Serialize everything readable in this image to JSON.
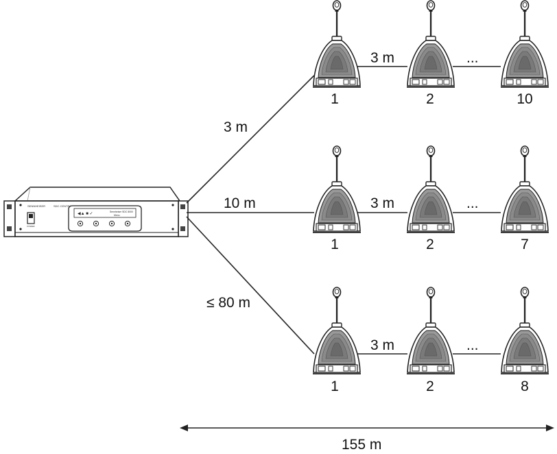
{
  "control_unit": {
    "brand_text": "SENNHEISER",
    "model_text": "SDC CENTRAL UNIT",
    "display_line1": "Sennheiser SDC 8000",
    "display_line2": "Menu",
    "power_label": "POWER"
  },
  "lines": [
    {
      "cable_length": "3 m",
      "spacing": "3 m",
      "ellipsis": "...",
      "unit_numbers": [
        "1",
        "2",
        "10"
      ]
    },
    {
      "cable_length": "10 m",
      "spacing": "3 m",
      "ellipsis": "...",
      "unit_numbers": [
        "1",
        "2",
        "7"
      ]
    },
    {
      "cable_length": "≤ 80 m",
      "spacing": "3 m",
      "ellipsis": "...",
      "unit_numbers": [
        "1",
        "2",
        "8"
      ]
    }
  ],
  "total_length": "155 m",
  "colors": {
    "line": "#222222",
    "device_fill": "#ffffff",
    "grille": "#9a9a9a"
  },
  "icons": {
    "discussion_unit": "conference-microphone-icon",
    "central_unit": "rack-control-unit-icon",
    "dimension_arrow": "double-arrow-icon"
  }
}
